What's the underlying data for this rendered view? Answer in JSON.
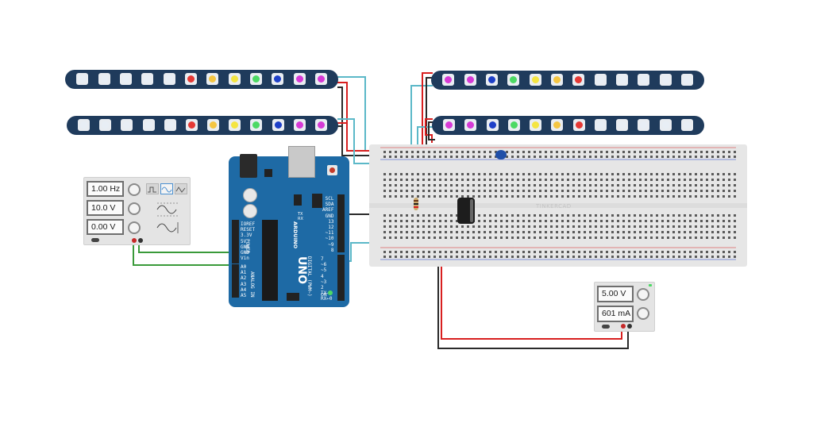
{
  "led_strips": {
    "top_left": {
      "colors": [
        "#e8eef5",
        "#e8eef5",
        "#e8eef5",
        "#e8eef5",
        "#e8eef5",
        "#e53935",
        "#f4c542",
        "#f4e542",
        "#4cd964",
        "#1e40c8",
        "#d63ad6",
        "#d63ad6"
      ]
    },
    "bottom_left": {
      "colors": [
        "#e8eef5",
        "#e8eef5",
        "#e8eef5",
        "#e8eef5",
        "#e8eef5",
        "#e53935",
        "#f4c542",
        "#f4e542",
        "#4cd964",
        "#1e40c8",
        "#d63ad6",
        "#d63ad6"
      ]
    },
    "top_right": {
      "colors": [
        "#d63ad6",
        "#d63ad6",
        "#1e40c8",
        "#4cd964",
        "#f4e542",
        "#f4c542",
        "#e53935",
        "#e8eef5",
        "#e8eef5",
        "#e8eef5",
        "#e8eef5",
        "#e8eef5"
      ]
    },
    "bottom_right": {
      "colors": [
        "#d63ad6",
        "#d63ad6",
        "#1e40c8",
        "#4cd964",
        "#f4e542",
        "#f4c542",
        "#e53935",
        "#e8eef5",
        "#e8eef5",
        "#e8eef5",
        "#e8eef5",
        "#e8eef5"
      ]
    }
  },
  "function_generator": {
    "frequency": "1.00 Hz",
    "amplitude": "10.0 V",
    "offset": "0.00 V",
    "waveforms": [
      "square-wave-icon",
      "sine-wave-icon",
      "triangle-wave-icon"
    ],
    "selected_waveform": "sine-wave-icon"
  },
  "power_supply": {
    "voltage": "5.00 V",
    "current": "601 mA"
  },
  "arduino": {
    "model_label": "UNO",
    "brand_label": "ARDUINO",
    "power_pins": "IOREF\nRESET\n3.3V\n5V\nGND\nGND\nVin",
    "analog_pins": "A0\nA1\nA2\nA3\nA4\nA5",
    "analog_in_label": "ANALOG IN",
    "power_label": "POWER",
    "top_pins": "SCL\nSDA\nAREF\nGND\n13\n12\n~11\n~10\n~9\n8",
    "digital_pins": "7\n~6\n~5\n4\n~3\n2\nTX→1\nRX←0",
    "digital_label": "DIGITAL (PWM~)",
    "tx_label": "TX",
    "rx_label": "RX",
    "on_label": "ON"
  },
  "breadboard": {
    "watermark": "TINKERCAD"
  },
  "colors": {
    "wire_red": "#d81f1f",
    "wire_black": "#2a2a2a",
    "wire_teal": "#5bb8c8",
    "wire_green": "#3a9a3a",
    "arduino_blue": "#1e6aa5",
    "strip_navy": "#1f3b5c"
  }
}
